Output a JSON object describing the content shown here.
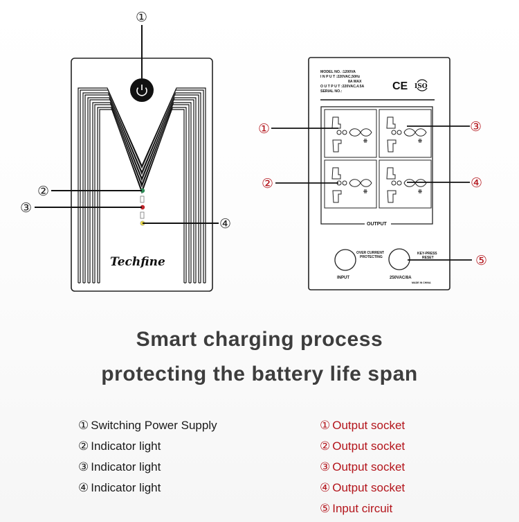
{
  "front_panel": {
    "brand": "Techfine",
    "callouts": [
      {
        "id": 1,
        "mark": "①"
      },
      {
        "id": 2,
        "mark": "②"
      },
      {
        "id": 3,
        "mark": "③"
      },
      {
        "id": 4,
        "mark": "④"
      }
    ],
    "indicators": [
      {
        "name": "green-led",
        "color": "#2e8b57"
      },
      {
        "name": "red-led",
        "color": "#c0262c"
      },
      {
        "name": "yellow-led",
        "color": "#e8d84a"
      }
    ],
    "power_icon": "power-icon"
  },
  "rear_panel": {
    "spec_label": {
      "model": "MODEL NO. :1200VA",
      "input": "I N P U T :220VAC,50Hz",
      "input_max": "8A MAX",
      "output": "O U T P U T :220VAC,4.5A",
      "serial": "SERIAL NO.:"
    },
    "ce_mark": "CE",
    "iso_mark": "ISO",
    "output_label": "OUTPUT",
    "over_current_label_1": "OVER CURRENT",
    "over_current_label_2": "PROTECTING",
    "input_label": "INPUT",
    "key_press_label_1": "KEY-PRESS",
    "key_press_label_2": "RESET",
    "rating_label": "250VAC/8A",
    "made_in": "MADE IN CHINA",
    "callouts": [
      {
        "id": 1,
        "mark": "①"
      },
      {
        "id": 2,
        "mark": "②"
      },
      {
        "id": 3,
        "mark": "③"
      },
      {
        "id": 4,
        "mark": "④"
      },
      {
        "id": 5,
        "mark": "⑤"
      }
    ]
  },
  "headline": {
    "line1": "Smart charging process",
    "line2": "protecting the battery life span"
  },
  "legend_front": [
    {
      "mark": "①",
      "label": "Switching Power Supply"
    },
    {
      "mark": "②",
      "label": "Indicator light"
    },
    {
      "mark": "③",
      "label": "Indicator light"
    },
    {
      "mark": "④",
      "label": "Indicator light"
    }
  ],
  "legend_rear": [
    {
      "mark": "①",
      "label": "Output socket"
    },
    {
      "mark": "②",
      "label": "Output socket"
    },
    {
      "mark": "③",
      "label": "Output socket"
    },
    {
      "mark": "④",
      "label": "Output socket"
    },
    {
      "mark": "⑤",
      "label": "Input circuit"
    }
  ],
  "colors": {
    "callout_red": "#b3141b",
    "headline": "#3d3d3d",
    "line": "#111111"
  }
}
